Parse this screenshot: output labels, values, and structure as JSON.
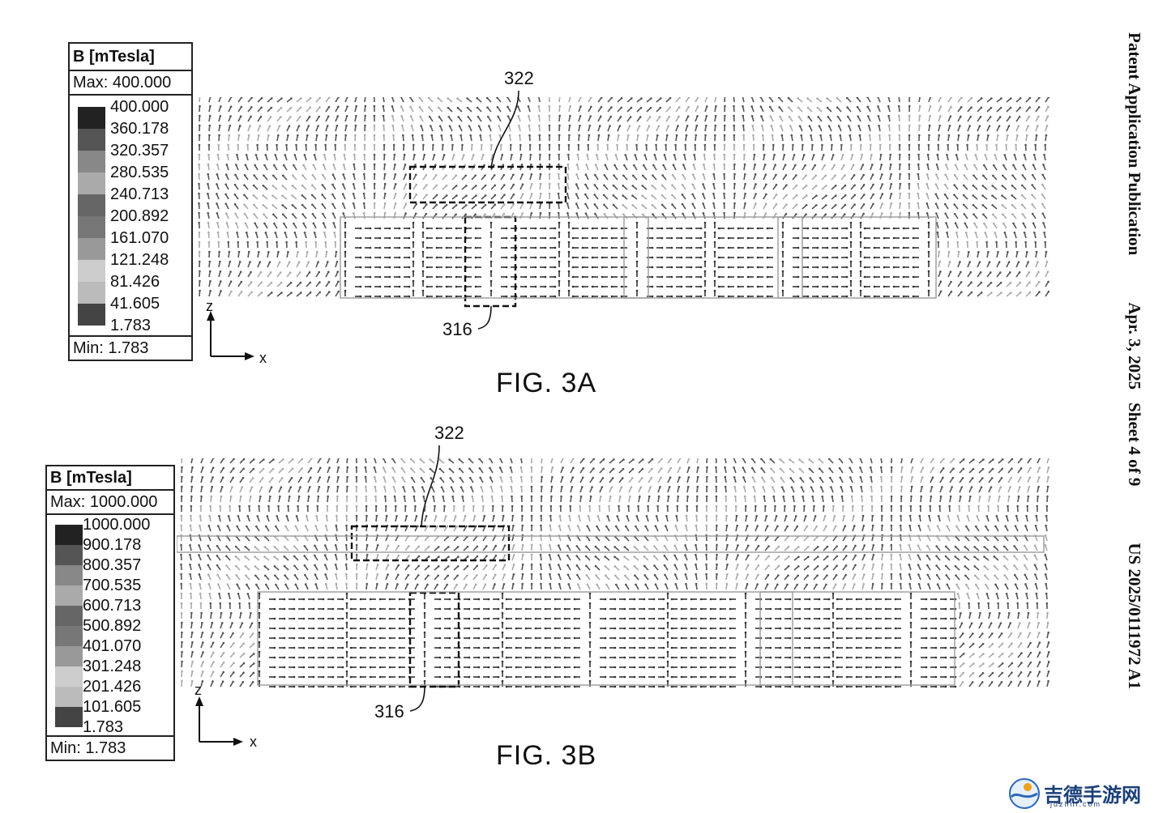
{
  "header": {
    "publication": "Patent Application Publication",
    "date": "Apr. 3, 2025",
    "sheet": "Sheet 4 of 9",
    "number": "US 2025/0111972 A1"
  },
  "figures": [
    {
      "caption": "FIG. 3A",
      "legend": {
        "title": "B [mTesla]",
        "max": "Max: 400.000",
        "min": "Min: 1.783",
        "values": [
          "400.000",
          "360.178",
          "320.357",
          "280.535",
          "240.713",
          "200.892",
          "161.070",
          "121.248",
          "81.426",
          "41.605",
          "1.783"
        ]
      },
      "refs": {
        "top": "322",
        "bottom": "316"
      },
      "axes": {
        "z": "z",
        "x": "x"
      }
    },
    {
      "caption": "FIG. 3B",
      "legend": {
        "title": "B [mTesla]",
        "max": "Max: 1000.000",
        "min": "Min: 1.783",
        "values": [
          "1000.000",
          "900.178",
          "800.357",
          "700.535",
          "600.713",
          "500.892",
          "401.070",
          "301.248",
          "201.426",
          "101.605",
          "1.783"
        ]
      },
      "refs": {
        "top": "322",
        "bottom": "316"
      },
      "axes": {
        "z": "z",
        "x": "x"
      }
    }
  ],
  "watermark": {
    "text": "吉德手游网",
    "sub": "jdzhnl.com"
  }
}
